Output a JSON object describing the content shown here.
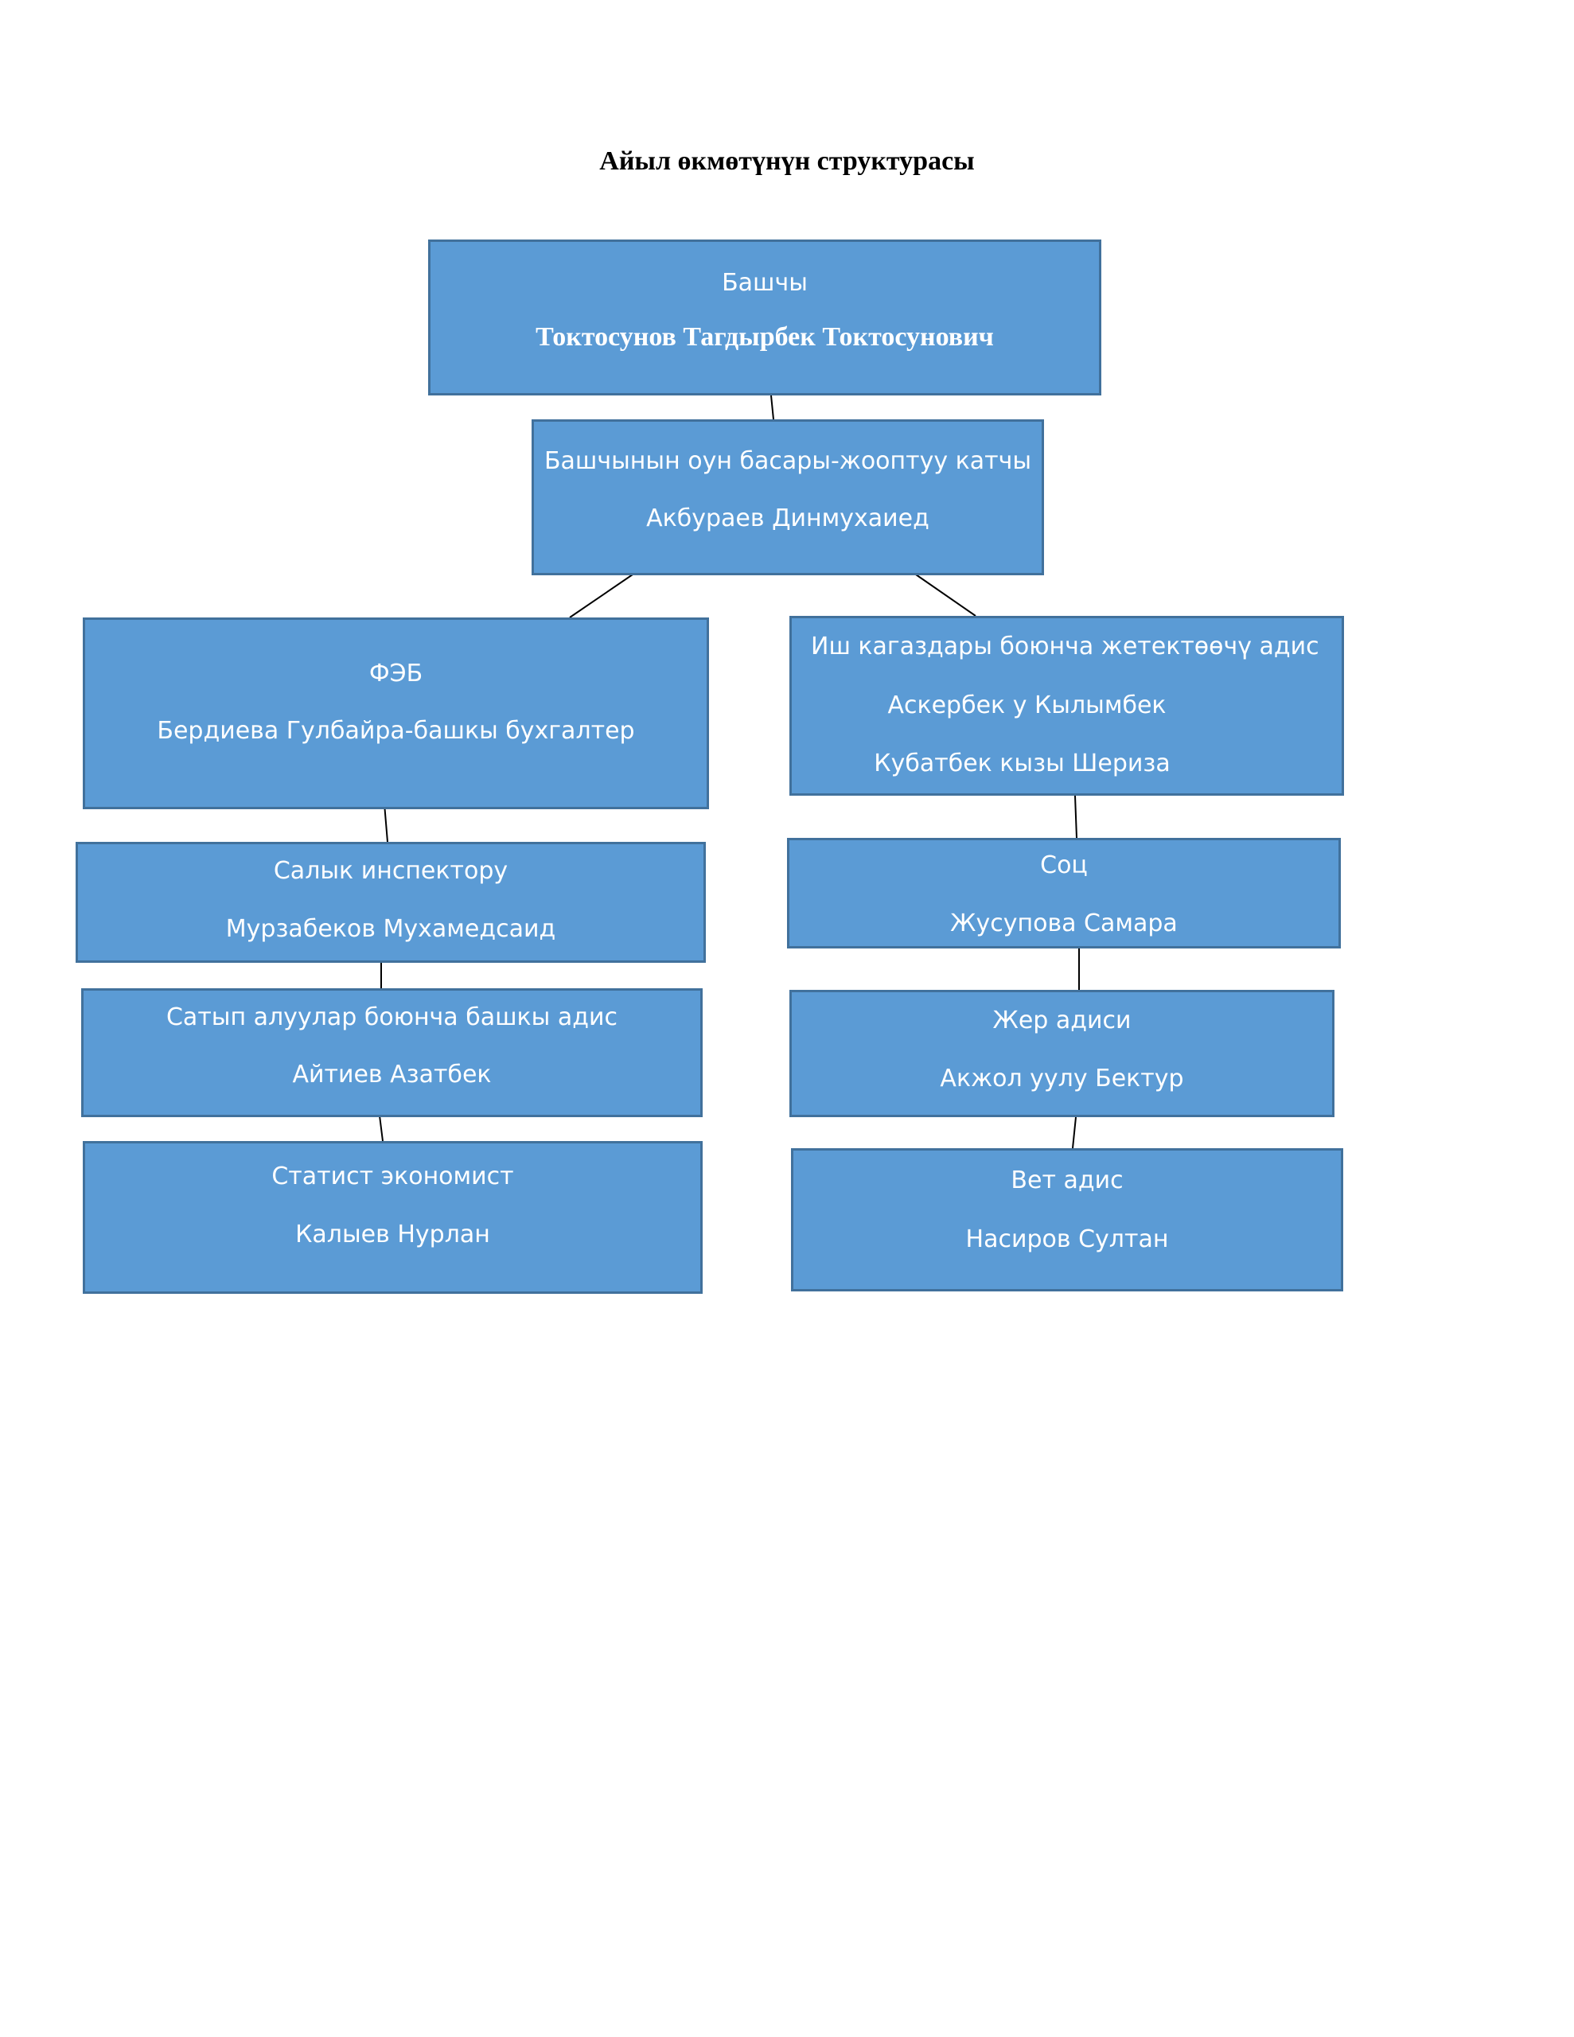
{
  "title": "Айыл өкмөтүнүн структурасы",
  "colors": {
    "box_fill": "#5b9bd5",
    "box_border": "#41719c",
    "connector": "#000000",
    "text": "#ffffff"
  },
  "nodes": {
    "head": {
      "role": "Башчы",
      "name": "Токтосунов Тагдырбек Токтосунович"
    },
    "deputy": {
      "role": "Башчынын оун басары-жооптуу катчы",
      "name": "Акбураев Динмухаиед"
    },
    "feb": {
      "role": "ФЭБ",
      "name": "Бердиева Гулбайра-башкы бухгалтер"
    },
    "records": {
      "role": "Иш кагаздары боюнча жетектөөчү адис",
      "name1": "Аскербек у Кылымбек",
      "name2": "Кубатбек кызы Шериза"
    },
    "tax": {
      "role": "Салык инспектору",
      "name": "Мурзабеков Мухамедсаид"
    },
    "social": {
      "role": "Соц",
      "name": "Жусупова Самара"
    },
    "procurement": {
      "role": "Сатып алуулар боюнча башкы адис",
      "name": "Айтиев Азатбек"
    },
    "land": {
      "role": "Жер адиси",
      "name": "Акжол уулу Бектур"
    },
    "statistics": {
      "role": "Статист экономист",
      "name": "Калыев Нурлан"
    },
    "vet": {
      "role": "Вет адис",
      "name": "Насиров Султан"
    }
  }
}
